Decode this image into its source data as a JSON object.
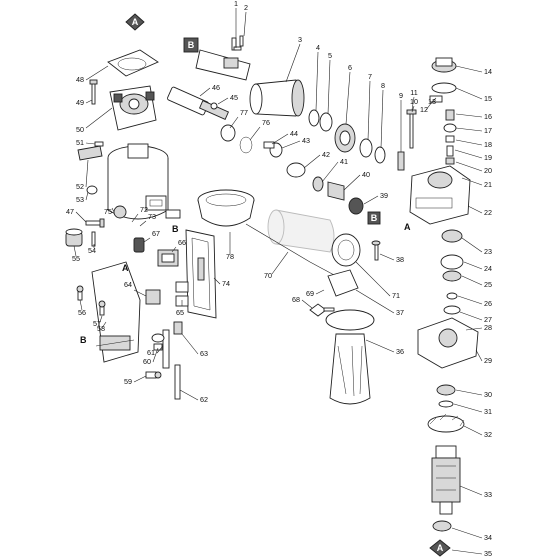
{
  "diagram": {
    "part_numbers": [
      "1",
      "2",
      "3",
      "4",
      "5",
      "6",
      "7",
      "8",
      "9",
      "10",
      "11",
      "12",
      "13",
      "14",
      "15",
      "16",
      "17",
      "18",
      "19",
      "20",
      "21",
      "22",
      "23",
      "24",
      "25",
      "26",
      "27",
      "28",
      "29",
      "30",
      "31",
      "32",
      "33",
      "34",
      "35",
      "36",
      "37",
      "38",
      "39",
      "40",
      "41",
      "42",
      "43",
      "44",
      "45",
      "46",
      "47",
      "48",
      "49",
      "50",
      "51",
      "52",
      "53",
      "54",
      "55",
      "56",
      "57",
      "58",
      "59",
      "60",
      "61",
      "62",
      "63",
      "64",
      "65",
      "66",
      "67",
      "68",
      "69",
      "70",
      "71",
      "72",
      "73",
      "74",
      "75",
      "76",
      "77",
      "78"
    ],
    "reference_markers": {
      "a": "A",
      "b": "B"
    }
  }
}
